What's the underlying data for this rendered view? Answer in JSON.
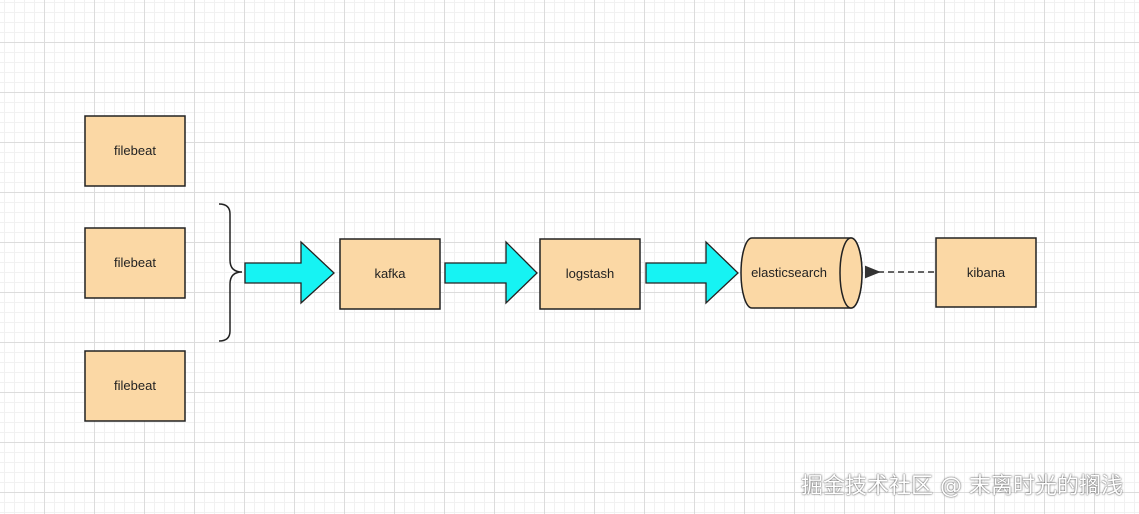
{
  "diagram": {
    "nodes": {
      "filebeat_1": "filebeat",
      "filebeat_2": "filebeat",
      "filebeat_3": "filebeat",
      "kafka": "kafka",
      "logstash": "logstash",
      "elasticsearch": "elasticsearch",
      "kibana": "kibana"
    },
    "colors": {
      "box_fill": "#fbd8a5",
      "box_stroke": "#222222",
      "arrow_fill": "#16f3f3",
      "arrow_stroke": "#222222",
      "dashed_line": "#333333"
    }
  },
  "watermark": "掘金技术社区 @ 末离时光的搁浅"
}
